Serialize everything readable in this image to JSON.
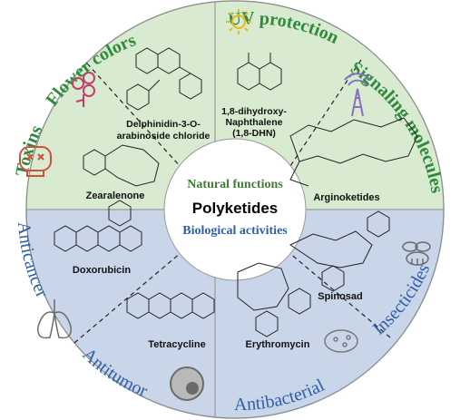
{
  "center": {
    "top": "Natural functions",
    "middle": "Polyketides",
    "bottom": "Biological activities"
  },
  "sectors": {
    "flower_colors": {
      "label": "Flower colors",
      "compound": [
        "Delphinidin-3-O-",
        "arabinoside chloride"
      ]
    },
    "uv_protection": {
      "label": "UV protection",
      "compound": [
        "1,8-dihydroxy-",
        "Naphthalene",
        "(1,8-DHN)"
      ]
    },
    "signaling": {
      "label": "Signaling molecules",
      "compound": [
        "Arginoketides"
      ]
    },
    "toxins": {
      "label": "Toxins",
      "compound": [
        "Zearalenone"
      ]
    },
    "anticancer": {
      "label": "Anticancer",
      "compound": [
        "Doxorubicin"
      ]
    },
    "antitumor": {
      "label": "Antitumor",
      "compound": [
        "Tetracycline"
      ]
    },
    "antibacterial": {
      "label": "Antibacterial",
      "compound": [
        "Erythromycin"
      ]
    },
    "insecticides": {
      "label": "Insecticides",
      "compound": [
        "Spinosad"
      ]
    }
  },
  "colors": {
    "natural": "#d8ead0",
    "biological": "#c9d6ea",
    "green_label": "#2f8a3c",
    "blue_label": "#2f5fa6"
  },
  "icons": [
    "flower-icon",
    "sun-icon",
    "antenna-icon",
    "skull-icon",
    "lungs-icon",
    "tumor-cell-icon",
    "bacteria-icon",
    "bee-icon"
  ]
}
